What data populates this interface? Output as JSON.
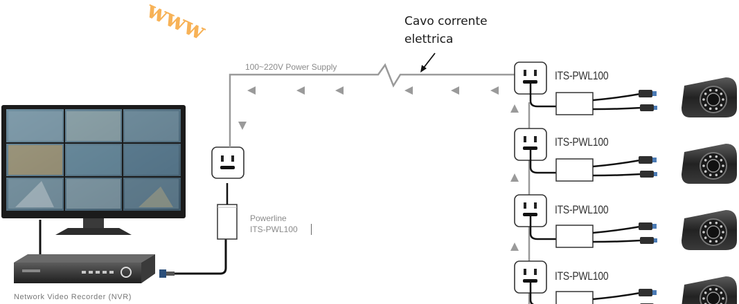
{
  "watermark": "www",
  "annotation": {
    "line1": "Cavo corrente",
    "line2": "elettrica"
  },
  "power_supply_label": "100~220V Power Supply",
  "powerline": {
    "line1": "Powerline",
    "line2": "ITS-PWL100"
  },
  "nvr_label": "Network Video Recorder (NVR)",
  "adapters": [
    {
      "model": "ITS-PWL100"
    },
    {
      "model": "ITS-PWL100"
    },
    {
      "model": "ITS-PWL100"
    },
    {
      "model": "ITS-PWL100"
    }
  ],
  "colors": {
    "cable": "#9a9a9a",
    "arrow": "#9a9a9a",
    "black_cable": "#111111",
    "watermark": "#f6a53a"
  },
  "icons": [
    "monitor-icon",
    "nvr-icon",
    "power-socket-icon",
    "powerline-adapter-icon",
    "network-jack-icon",
    "security-camera-icon",
    "arrow-icon"
  ]
}
